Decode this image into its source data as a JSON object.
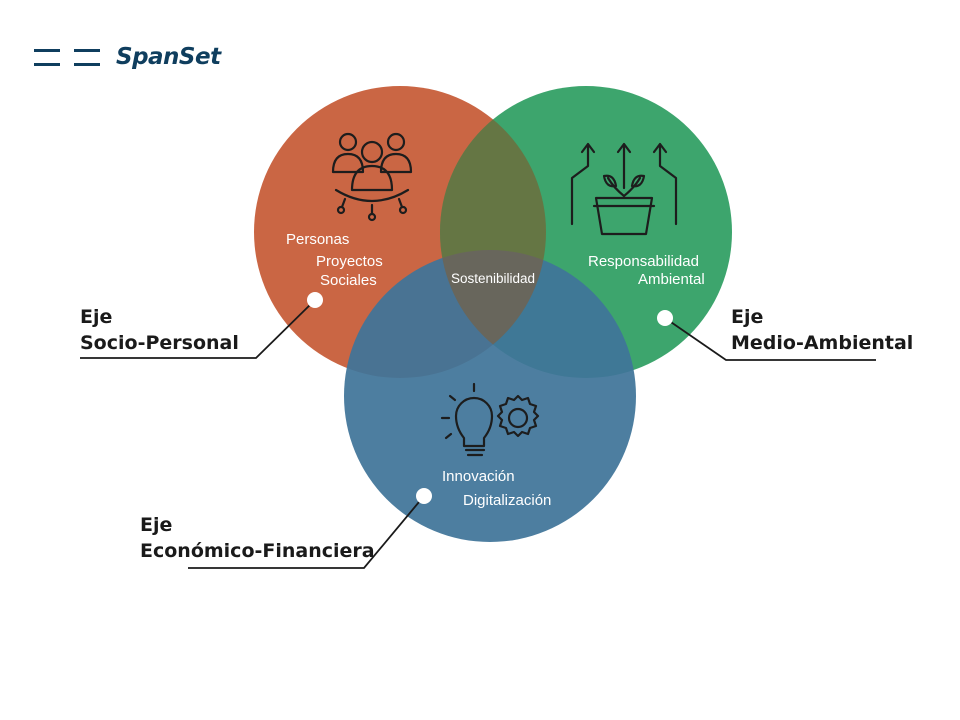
{
  "brand": {
    "logo_text": "SpanSet",
    "logo_color": "#0f3e5e"
  },
  "circles": {
    "socio": {
      "color": "#c65a36",
      "icon": "people-network-icon",
      "labels": [
        "Personas",
        "Proyectos",
        "Sociales"
      ]
    },
    "ambiental": {
      "color": "#2e9e62",
      "icon": "growing-plant-icon",
      "labels": [
        "Responsabilidad",
        "Ambiental"
      ]
    },
    "economico": {
      "color": "#3f7499",
      "icon": "lightbulb-gear-icon",
      "labels": [
        "Innovación",
        "Digitalización"
      ]
    },
    "center_label": "Sostenibilidad"
  },
  "axes": {
    "socio": {
      "line1": "Eje",
      "line2": "Socio-Personal"
    },
    "ambiental": {
      "line1": "Eje",
      "line2": "Medio-Ambiental"
    },
    "economico": {
      "line1": "Eje",
      "line2": "Económico-Financiera"
    }
  }
}
